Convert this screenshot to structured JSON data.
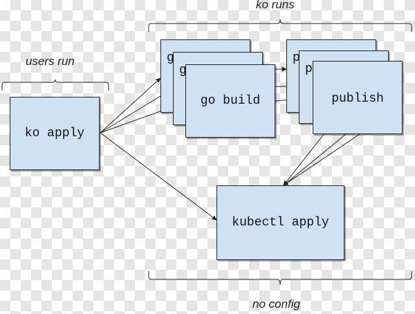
{
  "captions": {
    "users_run": "users run",
    "ko_runs": "ko runs",
    "no_config": "no config"
  },
  "boxes": {
    "ko_apply": "ko apply",
    "go_build": "go build",
    "publish": "publish",
    "kubectl_apply": "kubectl apply",
    "go_build_back_1": "g",
    "go_build_back_2": "g",
    "publish_back_1": "p",
    "publish_back_2": "p"
  },
  "colors": {
    "box_fill": "#cfe2f3",
    "stroke": "#222222"
  }
}
